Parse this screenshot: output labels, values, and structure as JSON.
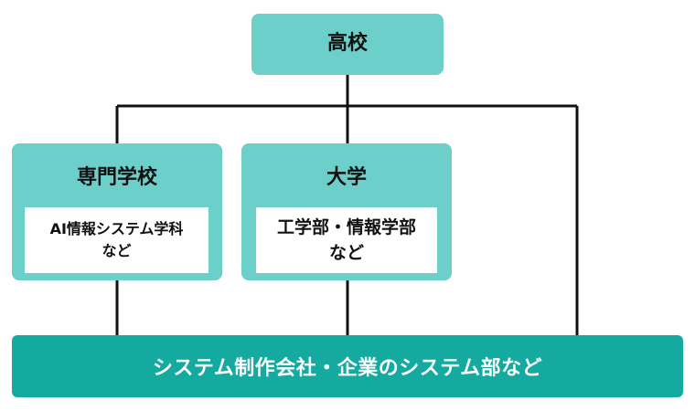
{
  "colors": {
    "box_fill": "#6ccfc9",
    "bottom_fill": "#14aaa0",
    "line": "#111111",
    "inner_fill": "#ffffff"
  },
  "top": {
    "label": "高校"
  },
  "left": {
    "label": "専門学校",
    "detail_line1": "AI情報システム学科",
    "detail_line2": "など"
  },
  "middle": {
    "label": "大学",
    "detail_line1": "工学部・情報学部",
    "detail_line2": "など"
  },
  "bottom": {
    "label": "システム制作会社・企業のシステム部など"
  }
}
